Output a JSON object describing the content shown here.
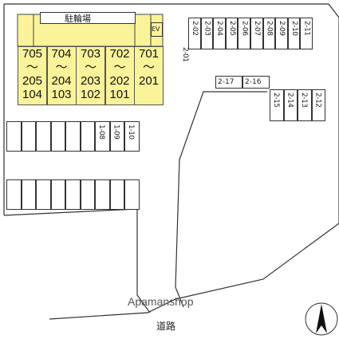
{
  "map": {
    "bicycle_parking_label": "駐輪場",
    "elevator_label": "EV",
    "road_label": "道路",
    "watermark": "Apamanshop",
    "building_units": [
      {
        "top": "705",
        "tilde": "〜",
        "mid": "205",
        "bottom": "104"
      },
      {
        "top": "704",
        "tilde": "〜",
        "mid": "204",
        "bottom": "103"
      },
      {
        "top": "703",
        "tilde": "〜",
        "mid": "203",
        "bottom": "102"
      },
      {
        "top": "702",
        "tilde": "〜",
        "mid": "202",
        "bottom": "101"
      },
      {
        "top": "701",
        "tilde": "〜",
        "mid": "201",
        "bottom": ""
      }
    ],
    "top_right_spaces": [
      "2-02",
      "2-03",
      "2-04",
      "2-05",
      "2-06",
      "2-07",
      "2-08",
      "2-09",
      "2-10",
      "2-11"
    ],
    "side_space": "2-01",
    "middle_spaces": [
      "2-17",
      "2-16"
    ],
    "right_lower_spaces": [
      "2-15",
      "2-14",
      "2-13",
      "2-12"
    ],
    "left_row1_spaces": [
      "",
      "",
      "",
      "",
      "",
      "",
      "1-08",
      "1-09",
      "1-10"
    ],
    "left_row2_spaces": [
      "",
      "",
      "",
      "",
      "",
      "",
      "",
      "",
      ""
    ]
  }
}
